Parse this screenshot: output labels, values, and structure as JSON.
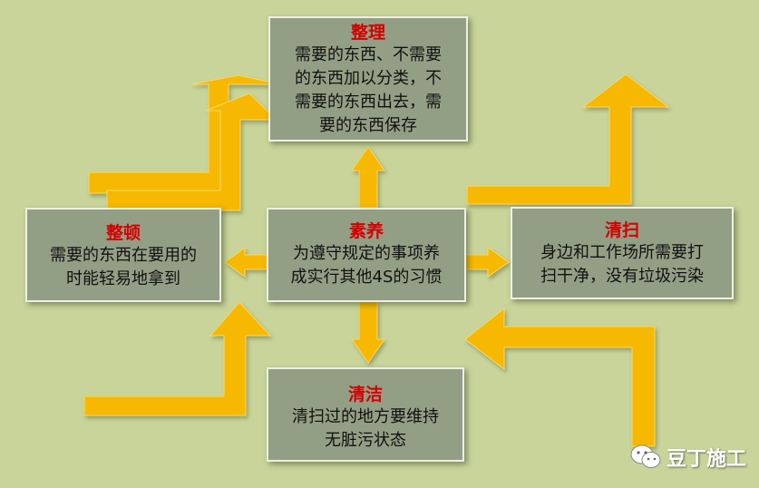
{
  "nodes": {
    "top": {
      "title": "整理",
      "lines": [
        "需要的东西、不需要",
        "的东西加以分类，不",
        "需要的东西出去，需",
        "要的东西保存"
      ]
    },
    "left": {
      "title": "整顿",
      "lines": [
        "需要的东西在要用的",
        "时能轻易地拿到"
      ]
    },
    "center": {
      "title": "素养",
      "lines": [
        "为遵守规定的事项养",
        "成实行其他4S的习惯"
      ]
    },
    "right": {
      "title": "清扫",
      "lines": [
        "身边和工作场所需要打",
        "扫干净，没有垃圾污染"
      ]
    },
    "bottom": {
      "title": "清洁",
      "lines": [
        "清扫过的地方要维持",
        "无脏污状态"
      ]
    }
  },
  "watermark": {
    "text": "豆丁施工"
  },
  "colors": {
    "background": "#c8d49a",
    "box": "#939f85",
    "title": "#d40000",
    "arrow": "#f6b800"
  }
}
